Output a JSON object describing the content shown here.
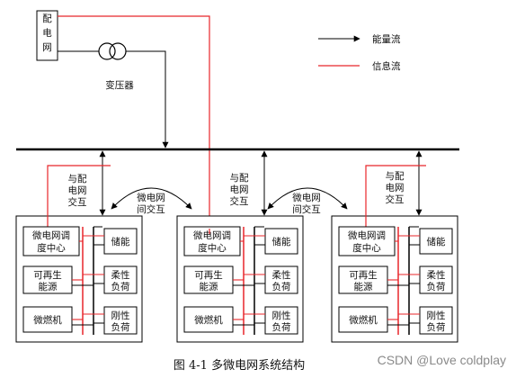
{
  "grid_label": [
    "配",
    "电",
    "网"
  ],
  "transformer_label": "变压器",
  "legend": {
    "energy_flow": "能量流",
    "info_flow": "信息流",
    "energy_color": "#000000",
    "info_color": "#e8262a"
  },
  "grid_interaction_label": [
    "与配",
    "电网",
    "交互"
  ],
  "microgrid_interaction_label": [
    "微电网",
    "间交互"
  ],
  "unit": {
    "controller": [
      "微电网调",
      "度中心"
    ],
    "renewable": [
      "可再生",
      "能源"
    ],
    "gas_turbine": "微燃机",
    "storage": "储能",
    "flexible_load": [
      "柔性",
      "负荷"
    ],
    "rigid_load": [
      "刚性",
      "负荷"
    ]
  },
  "caption": "图 4-1  多微电网系统结构",
  "watermark": "CSDN @Love coldplay"
}
